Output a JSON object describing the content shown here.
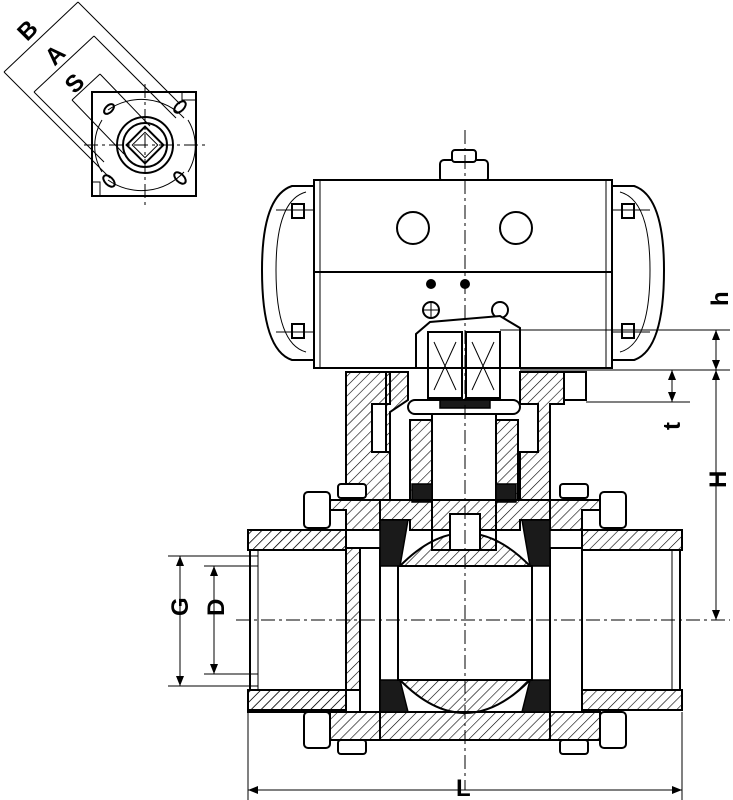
{
  "title": "",
  "dimension_labels": {
    "B": "B",
    "A": "A",
    "S": "S",
    "h": "h",
    "t": "t",
    "H": "H",
    "G": "G",
    "D": "D",
    "L": "L"
  },
  "colors": {
    "line": "#000000",
    "background": "#ffffff",
    "seal": "#1a1a1a"
  },
  "views": [
    "flange-top-view",
    "actuator-valve-section"
  ]
}
